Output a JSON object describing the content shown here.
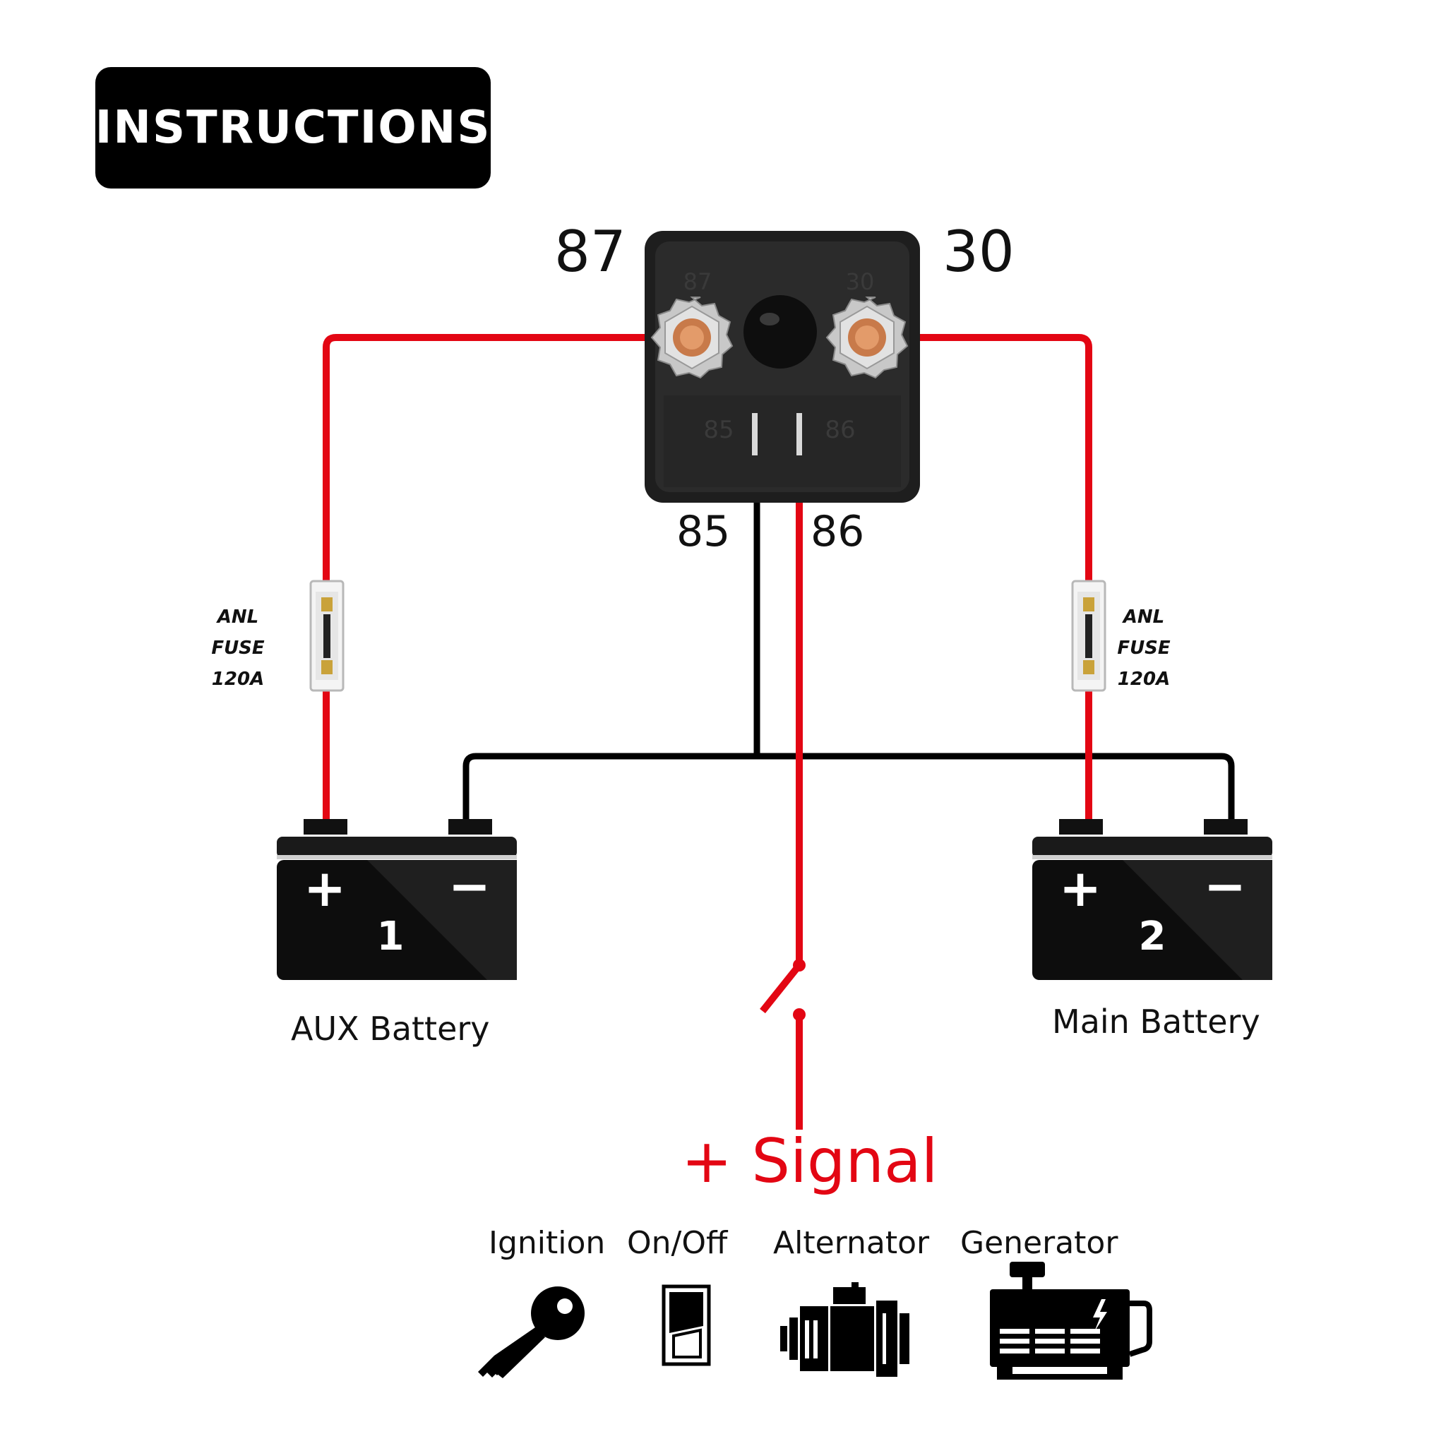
{
  "header": {
    "title": "INSTRUCTIONS"
  },
  "relay": {
    "terminal_left": "87",
    "terminal_right": "30",
    "embossed_left": "87",
    "embossed_right": "30",
    "embossed_pin_left": "85",
    "embossed_pin_right": "86",
    "pin_left": "85",
    "pin_right": "86"
  },
  "fuses": [
    {
      "line1": "ANL FUSE",
      "line2": "120A"
    },
    {
      "line1": "ANL FUSE",
      "line2": "120A"
    }
  ],
  "batteries": [
    {
      "number": "1",
      "plus": "+",
      "minus": "−",
      "label": "AUX Battery"
    },
    {
      "number": "2",
      "plus": "+",
      "minus": "−",
      "label": "Main Battery"
    }
  ],
  "signal": {
    "label": "+ Signal"
  },
  "sources": [
    {
      "label": "Ignition",
      "icon": "key-icon"
    },
    {
      "label": "On/Off",
      "icon": "rocker-switch-icon"
    },
    {
      "label": "Alternator",
      "icon": "alternator-icon"
    },
    {
      "label": "Generator",
      "icon": "generator-icon"
    }
  ],
  "colors": {
    "positive_wire": "#e30613",
    "ground_wire": "#000000"
  }
}
